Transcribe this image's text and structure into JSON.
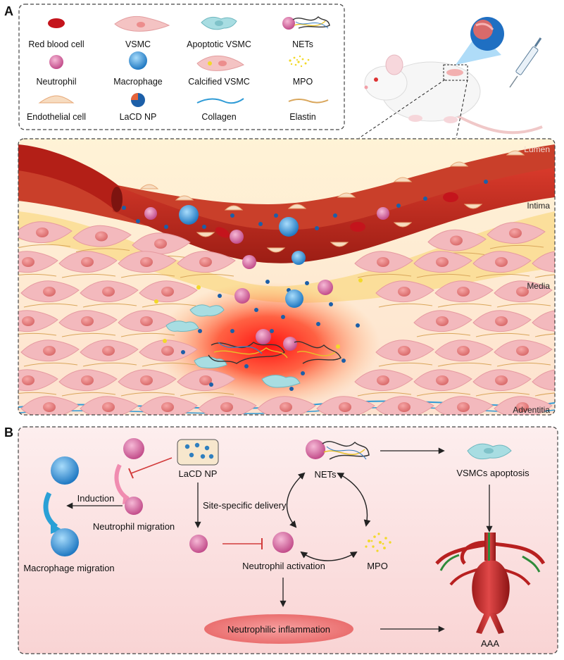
{
  "panel_a": {
    "letter": "A",
    "legend": [
      {
        "id": "red-blood-cell",
        "label": "Red blood cell"
      },
      {
        "id": "vsmc",
        "label": "VSMC"
      },
      {
        "id": "apoptotic-vsmc",
        "label": "Apoptotic VSMC"
      },
      {
        "id": "nets",
        "label": "NETs"
      },
      {
        "id": "neutrophil",
        "label": "Neutrophil"
      },
      {
        "id": "macrophage",
        "label": "Macrophage"
      },
      {
        "id": "calcified-vsmc",
        "label": "Calcified VSMC"
      },
      {
        "id": "mpo",
        "label": "MPO"
      },
      {
        "id": "endothelial-cell",
        "label": "Endothelial cell"
      },
      {
        "id": "lacd-np",
        "label": "LaCD NP"
      },
      {
        "id": "collagen",
        "label": "Collagen"
      },
      {
        "id": "elastin",
        "label": "Elastin"
      }
    ],
    "layers": {
      "lumen": "Lumen",
      "intima": "Intima",
      "media": "Media",
      "adventitia": "Adventitia"
    }
  },
  "panel_b": {
    "letter": "B",
    "lacd_np": "LaCD NP",
    "induction": "Induction",
    "neutrophil_migration": "Neutrophil migration",
    "macrophage_migration": "Macrophage migration",
    "site_specific_delivery": "Site-specific delivery",
    "nets": "NETs",
    "vsmcs_apoptosis": "VSMCs apoptosis",
    "neutrophil_activation": "Neutrophil activation",
    "mpo": "MPO",
    "neutrophilic_inflammation": "Neutrophilic inflammation",
    "aaa": "AAA"
  },
  "colors": {
    "neutrophil": "#d9679e",
    "macrophage": "#2f95d8",
    "vessel_red": "#c5281d",
    "vsmc_pink": "#f3b9bd",
    "apoptotic": "#9fd6dc",
    "mpo_yellow": "#f2d92a",
    "inhibit_red": "#d23b3b",
    "panel_b_bg": "#fbe3e3"
  }
}
